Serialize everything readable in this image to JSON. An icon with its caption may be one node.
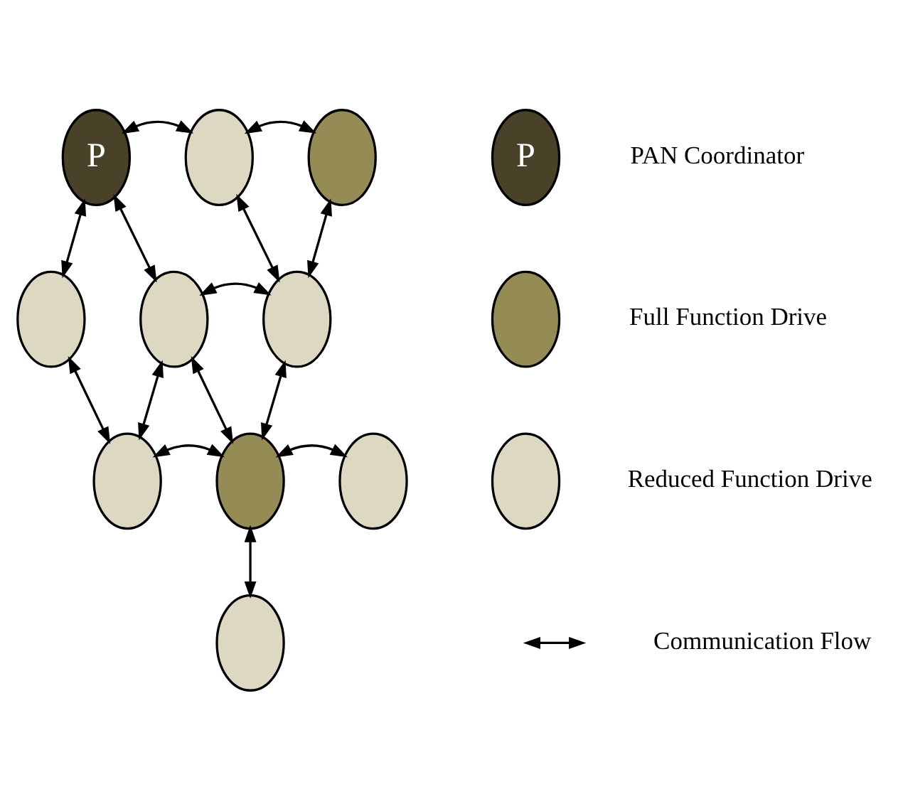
{
  "diagram": {
    "nodes": [
      {
        "text": [
          "P"
        ]
      },
      {
        "text": [],
        "shape": "ellipse"
      },
      {
        "text": [],
        "shape": "ellipse"
      },
      {
        "text": [],
        "shape": "ellipse"
      },
      {
        "text": [],
        "shape": "ellipse"
      },
      {
        "text": [],
        "shape": "ellipse"
      },
      {
        "text": [],
        "shape": "ellipse"
      },
      {
        "text": [],
        "shape": "ellipse"
      },
      {
        "text": [],
        "shape": "ellipse"
      },
      {
        "text": [],
        "shape": "ellipse"
      },
      {
        "text": [
          "P"
        ]
      },
      {
        "text": [],
        "shape": "ellipse"
      },
      {
        "text": [],
        "shape": "ellipse"
      }
    ],
    "edges": [
      {
        "from": 0,
        "to": 1,
        "arrow": "both"
      },
      {
        "from": 1,
        "to": 2,
        "arrow": "both"
      },
      {
        "from": 0,
        "to": 3,
        "arrow": "both"
      },
      {
        "from": 0,
        "to": 4,
        "arrow": "both"
      },
      {
        "from": 1,
        "to": 5,
        "arrow": "both"
      },
      {
        "from": 2,
        "to": 5,
        "arrow": "both"
      },
      {
        "from": 5,
        "to": 4,
        "arrow": "both"
      },
      {
        "from": 3,
        "to": 6,
        "arrow": "both"
      },
      {
        "from": 4,
        "to": 6,
        "arrow": "both"
      },
      {
        "from": 4,
        "to": 7,
        "arrow": "both"
      },
      {
        "from": 5,
        "to": 7,
        "arrow": "both"
      },
      {
        "from": 6,
        "to": 7,
        "arrow": "both"
      },
      {
        "from": 8,
        "to": 7,
        "arrow": "both"
      },
      {
        "from": 7,
        "to": 9,
        "arrow": "both"
      }
    ],
    "legend": [
      {
        "text": "PAN Coordinator",
        "color": "#4a4228"
      },
      {
        "text": "Full Function Drive",
        "color": "#958b55"
      },
      {
        "text": "Reduced Function Drive",
        "color": "#dcd8c2"
      },
      {
        "text": "Communication Flow"
      }
    ]
  }
}
